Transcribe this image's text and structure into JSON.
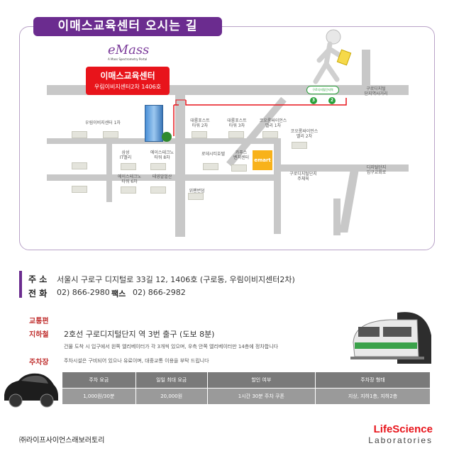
{
  "title": "이매스교육센터 오시는 길",
  "map": {
    "emass_logo": "eMass",
    "emass_tagline": "A Mass Spectrometry Portal",
    "callout_name": "이매스교육센터",
    "callout_address": "우림이비지센터2차 1406호",
    "station_label": "구로디지털단지역",
    "exit_3": "3",
    "exit_2": "2",
    "emart": "emart",
    "labels": {
      "ebiz1": "우림이비지센터 1차",
      "daeryong2": "대륭포스트\n타워 2차",
      "daeryong3": "대륭포스트\n타워 3차",
      "kolon3": "코오롱싸이언스\n밸리 1차",
      "kolon2": "코오롱싸이언스\n밸리 2차",
      "samsung": "삼성\n IT밸리",
      "ace8": "에이스테크노\n타워 8차",
      "lotte": "로데시티호텔",
      "ace6": "에이스테크노\n타워 6차",
      "taeyoung": "태영말벌산",
      "carpas": "카푸스\n벤처센터",
      "guro_center": "구로디지털\n단지역사거리",
      "guro_entrance": "디지털단지\n입구교회로",
      "guro_hall": "구로디지털단지\n주체육",
      "wolmun": "위팬번덤"
    }
  },
  "contact": {
    "address_label": "주 소",
    "address_value": "서울시 구로구 디지털로 33길 12, 1406호 (구로동, 우림이비지센터2차)",
    "phone_label": "전 화",
    "phone_value": "02) 866-2980",
    "fax_label": "팩스",
    "fax_value": "02) 866-2982"
  },
  "transit": {
    "heading": "교통편",
    "subway_label": "지하철",
    "subway_value": "2호선 구로디지털단지 역 3번 출구 (도보 8분)",
    "subway_note": "건물 도착 시 입구에서 왼쪽 엘리베이터가 각 3개씩 있으며, 우측 안쪽 엘리베이터만 14층에 정차합니다",
    "parking_label": "주차장",
    "parking_note": "주차시설은 구비되어 있으나 유료이며, 대중교통 이용을 부탁 드립니다"
  },
  "parking_table": {
    "headers": [
      "주차 요금",
      "일일 최대 요금",
      "할인 여부",
      "주차장 형태"
    ],
    "row": [
      "1,000원/30분",
      "20,000원",
      "1시간 30분 주차 쿠폰",
      "지상, 지하1층, 지하2층"
    ]
  },
  "footer": {
    "company": "㈜라이프사이언스래보러토리",
    "logo_line1": "LifeScience",
    "logo_line2": "Laboratories"
  },
  "colors": {
    "brand_purple": "#6b2c8f",
    "accent_red": "#e8141b",
    "subway_green": "#2aa13b"
  }
}
